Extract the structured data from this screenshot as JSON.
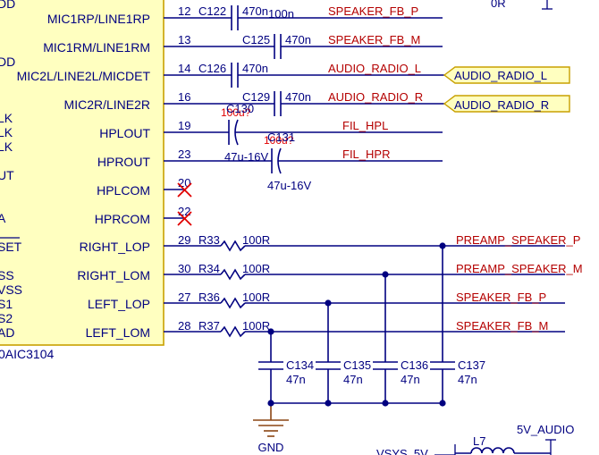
{
  "chip": {
    "name_partial": "0AIC3104",
    "left_edge_labels": [
      "DD",
      "DD",
      "LK",
      "LK",
      "LK",
      "UT",
      "A",
      "SET",
      "SS",
      "VSS",
      "S1",
      "S2",
      "AD"
    ],
    "pins": [
      {
        "name": "MIC1RP/LINE1RP",
        "number": "12"
      },
      {
        "name": "MIC1RM/LINE1RM",
        "number": "13"
      },
      {
        "name": "MIC2L/LINE2L/MICDET",
        "number": "14"
      },
      {
        "name": "MIC2R/LINE2R",
        "number": "16"
      },
      {
        "name": "HPLOUT",
        "number": "19"
      },
      {
        "name": "HPROUT",
        "number": "23"
      },
      {
        "name": "HPLCOM",
        "number": "20"
      },
      {
        "name": "HPRCOM",
        "number": "22"
      },
      {
        "name": "RIGHT_LOP",
        "number": "29"
      },
      {
        "name": "RIGHT_LOM",
        "number": "30"
      },
      {
        "name": "LEFT_LOP",
        "number": "27"
      },
      {
        "name": "LEFT_LOM",
        "number": "28"
      }
    ]
  },
  "input_caps": [
    {
      "ref": "C122",
      "value": "470n",
      "value2": "100n"
    },
    {
      "ref": "C125",
      "value": "470n"
    },
    {
      "ref": "C126",
      "value": "470n"
    },
    {
      "ref": "C129",
      "value": "470n"
    }
  ],
  "output_caps": [
    {
      "ref": "C130",
      "value": "47u-16V",
      "overlay": "100u?"
    },
    {
      "ref": "C131",
      "value": "47u-16V",
      "overlay": "100u?"
    }
  ],
  "resistors": [
    {
      "ref": "R33",
      "value": "100R"
    },
    {
      "ref": "R34",
      "value": "100R"
    },
    {
      "ref": "R36",
      "value": "100R"
    },
    {
      "ref": "R37",
      "value": "100R"
    }
  ],
  "filter_caps": [
    {
      "ref": "C134",
      "value": "47n"
    },
    {
      "ref": "C135",
      "value": "47n"
    },
    {
      "ref": "C136",
      "value": "47n"
    },
    {
      "ref": "C137",
      "value": "47n"
    }
  ],
  "nets": {
    "speaker_fb_p": "SPEAKER_FB_P",
    "speaker_fb_m": "SPEAKER_FB_M",
    "audio_radio_l": "AUDIO_RADIO_L",
    "audio_radio_r": "AUDIO_RADIO_R",
    "fil_hpl": "FIL_HPL",
    "fil_hpr": "FIL_HPR",
    "preamp_speaker_p": "PREAMP_SPEAKER_P",
    "preamp_speaker_m": "PREAMP_SPEAKER_M",
    "out_speaker_fb_p": "SPEAKER_FB_P",
    "out_speaker_fb_m": "SPEAKER_FB_M"
  },
  "ports": {
    "audio_radio_l": "AUDIO_RADIO_L",
    "audio_radio_r": "AUDIO_RADIO_R"
  },
  "power": {
    "gnd": "GND",
    "audio_5v": "5V_AUDIO",
    "vsys": "VSYS_5V",
    "inductor": "L7",
    "top_right_partial": "0R"
  },
  "colors": {
    "wire": "#000080",
    "net_label": "#b40000",
    "no_connect": "#e00000",
    "chip_fill": "#ffffc0",
    "chip_border": "#c8a000",
    "ground": "#8b4513"
  }
}
